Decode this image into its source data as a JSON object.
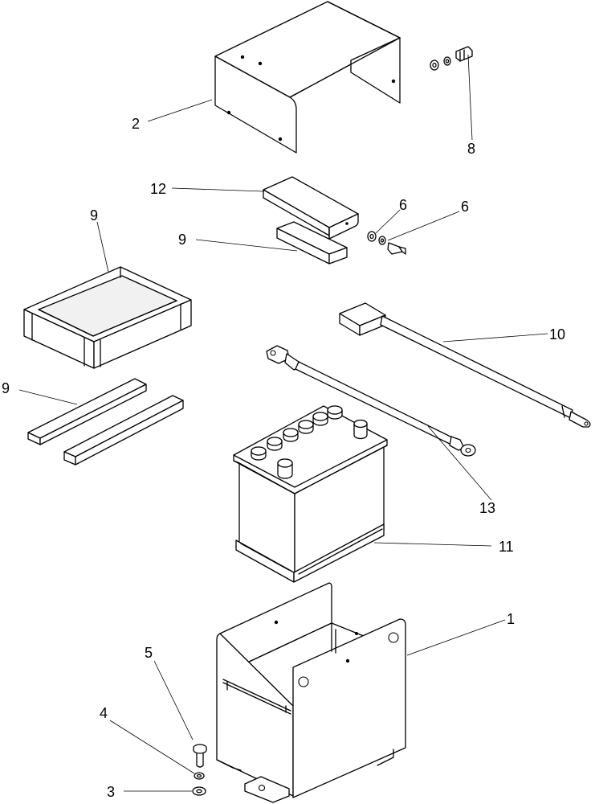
{
  "labels": {
    "top_cover": "2",
    "cover_bolt": "8",
    "hold_down_bracket": "12",
    "bracket_hardware_a": "6",
    "bracket_hardware_b": "6",
    "tray_pad": "9",
    "strip_pad_upper": "9",
    "strip_pads_lower": "9",
    "positive_cable": "10",
    "ground_cable": "13",
    "battery": "11",
    "battery_box": "1",
    "mount_bolt": "5",
    "lock_washer": "4",
    "flat_washer": "3"
  }
}
